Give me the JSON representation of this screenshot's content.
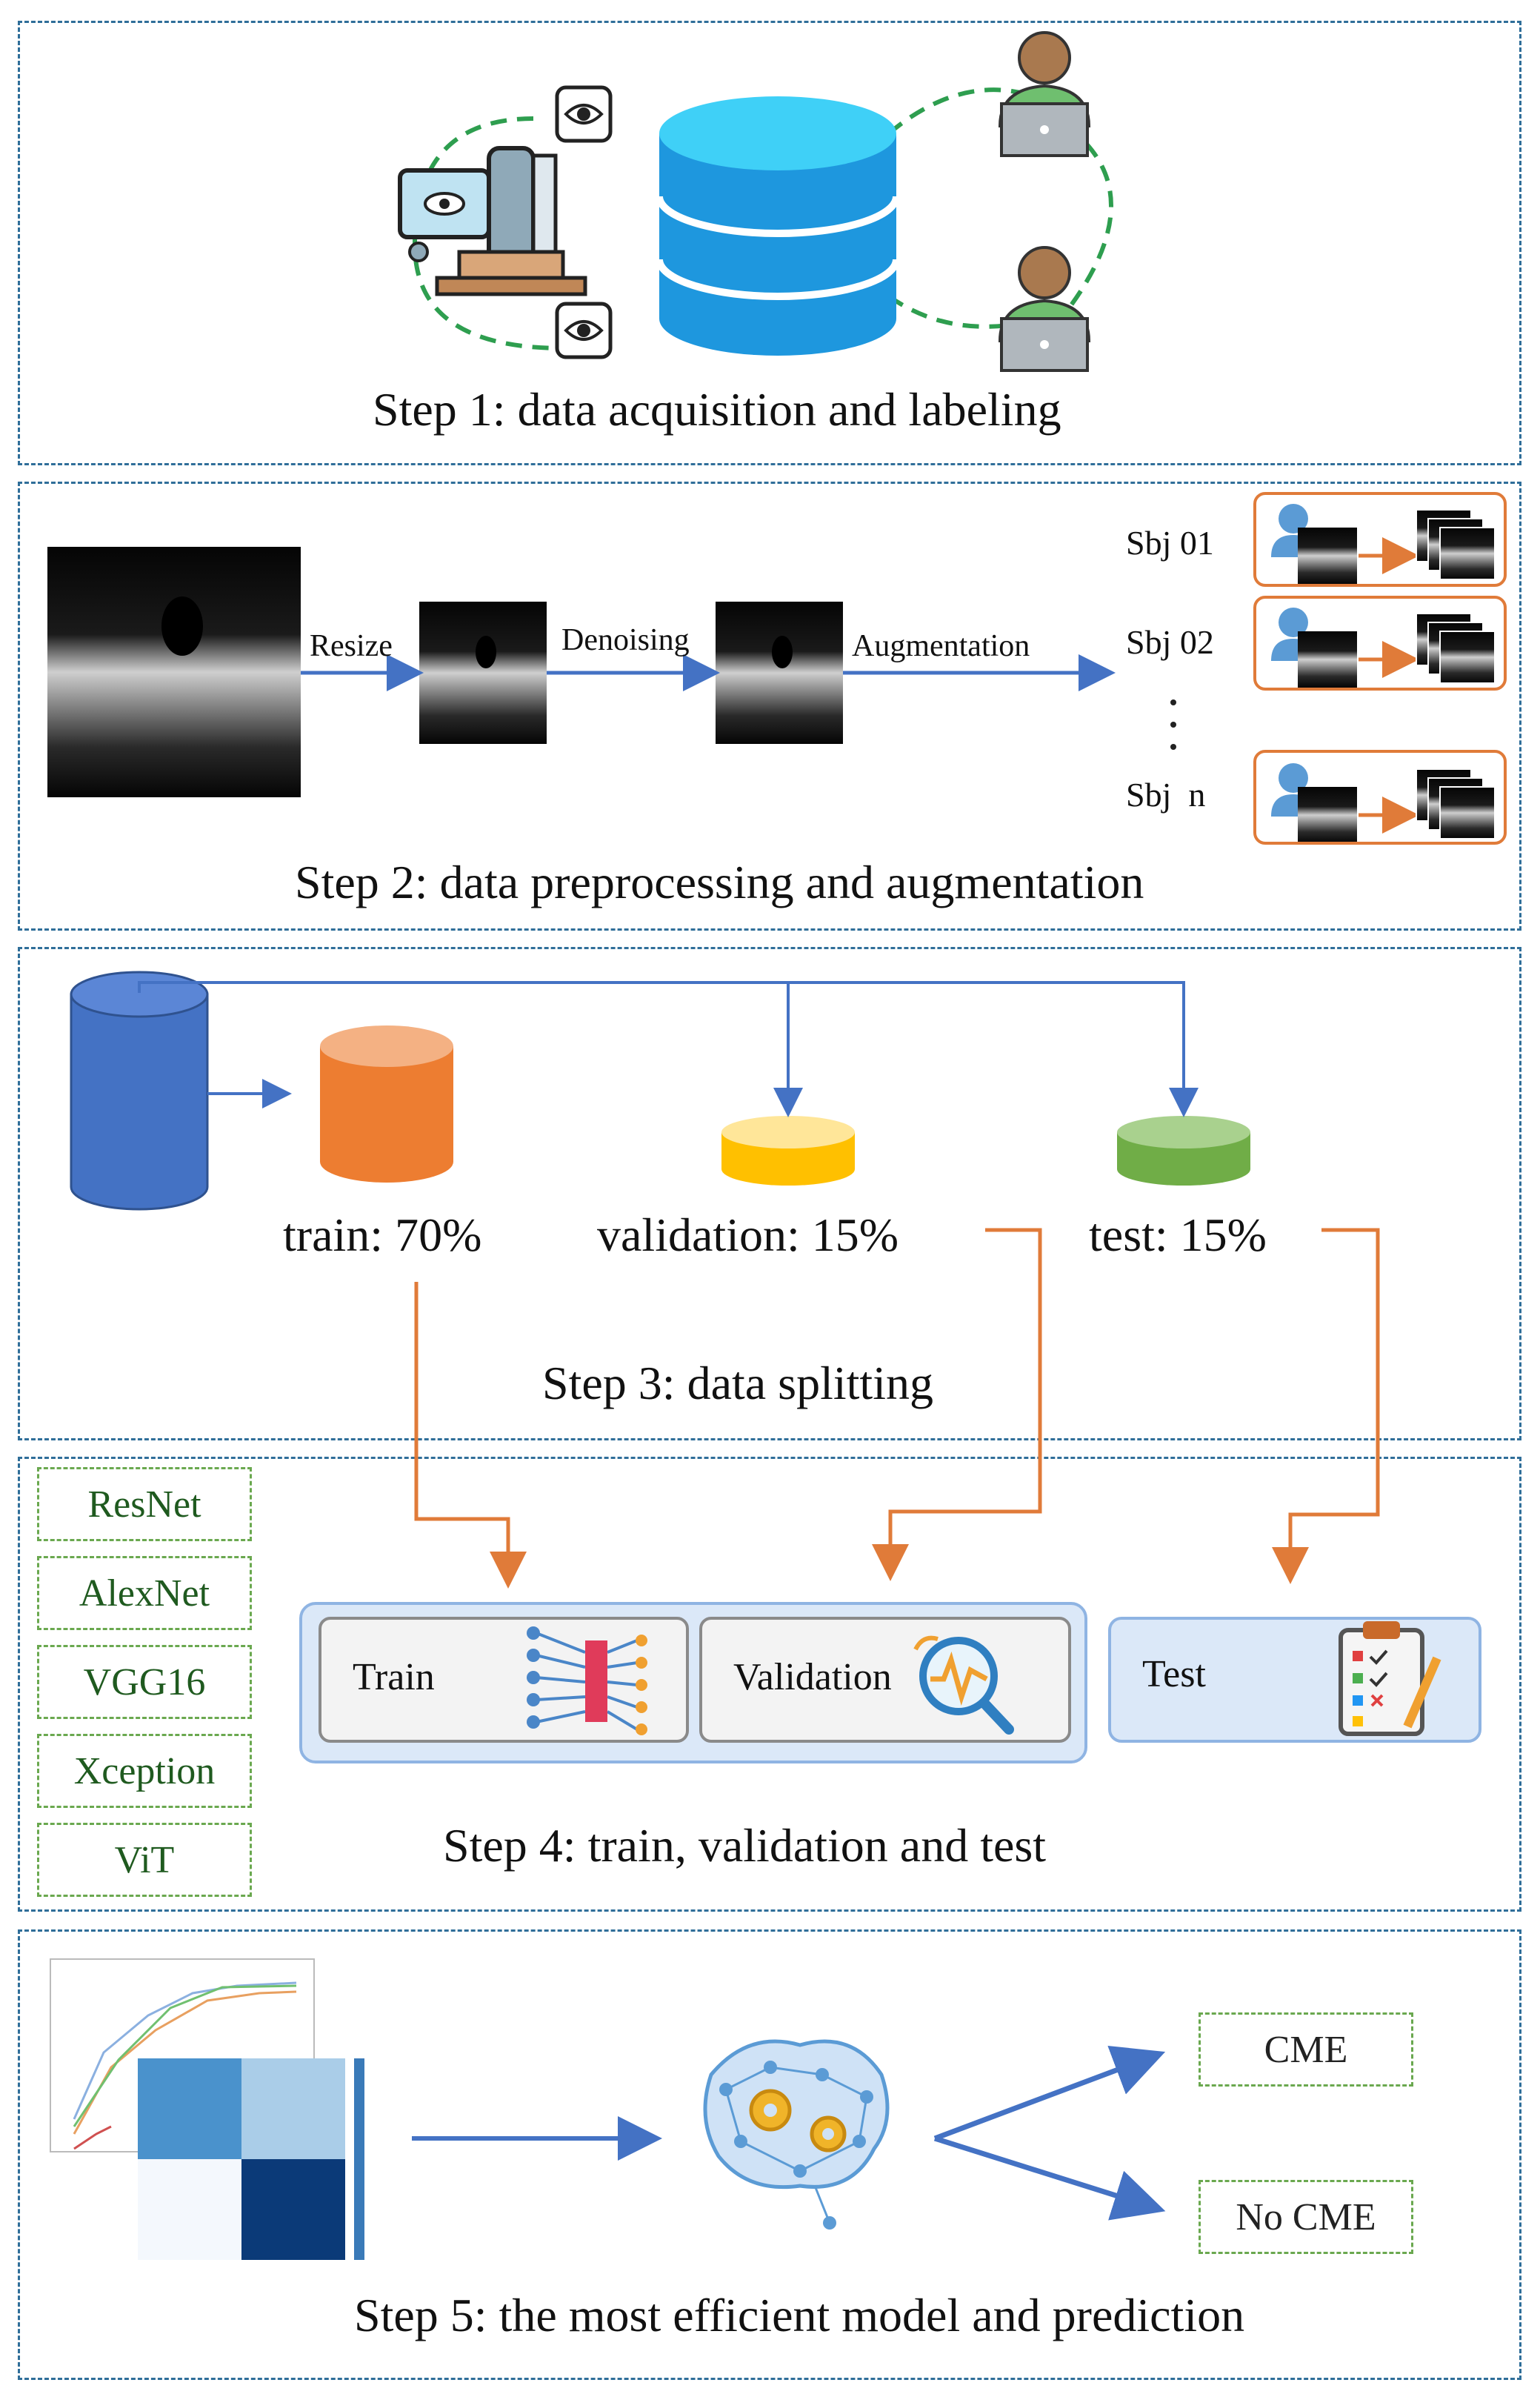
{
  "step1": {
    "caption": "Step 1: data acquisition and labeling"
  },
  "step2": {
    "caption": "Step 2: data preprocessing and augmentation",
    "arrows": [
      "Resize",
      "Denoising",
      "Augmentation"
    ],
    "subjects": [
      "Sbj 01",
      "Sbj 02",
      "Sbj  n"
    ]
  },
  "step3": {
    "caption": "Step 3: data splitting",
    "splits": [
      {
        "label": "train: 70%",
        "color": "#ed7d31"
      },
      {
        "label": "validation: 15%",
        "color": "#ffc000"
      },
      {
        "label": "test: 15%",
        "color": "#70ad47"
      }
    ],
    "source_color": "#4472c4"
  },
  "step4": {
    "caption": "Step 4: train, validation and test",
    "models": [
      "ResNet",
      "AlexNet",
      "VGG16",
      "Xception",
      "ViT"
    ],
    "stages": [
      "Train",
      "Validation",
      "Test"
    ]
  },
  "step5": {
    "caption": "Step 5: the most efficient model and prediction",
    "outputs": [
      "CME",
      "No CME"
    ]
  },
  "colors": {
    "panel_border": "#2f6e99",
    "flow_blue": "#4472c4",
    "flow_orange": "#e07b39",
    "model_green": "#6aa84f"
  }
}
